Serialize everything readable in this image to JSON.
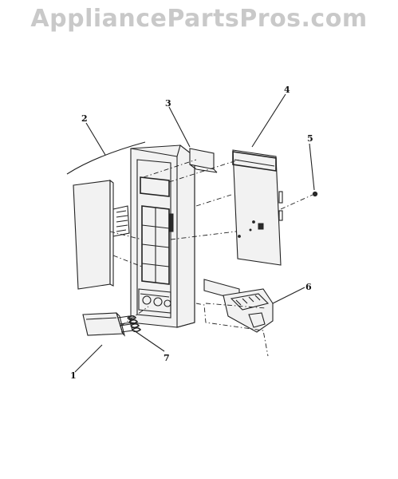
{
  "watermark": {
    "text": "AppliancePartsPros.com"
  },
  "callouts": [
    {
      "id": "1",
      "label": "1"
    },
    {
      "id": "2",
      "label": "2"
    },
    {
      "id": "3",
      "label": "3"
    },
    {
      "id": "4",
      "label": "4"
    },
    {
      "id": "5",
      "label": "5"
    },
    {
      "id": "6",
      "label": "6"
    },
    {
      "id": "7",
      "label": "7"
    }
  ]
}
